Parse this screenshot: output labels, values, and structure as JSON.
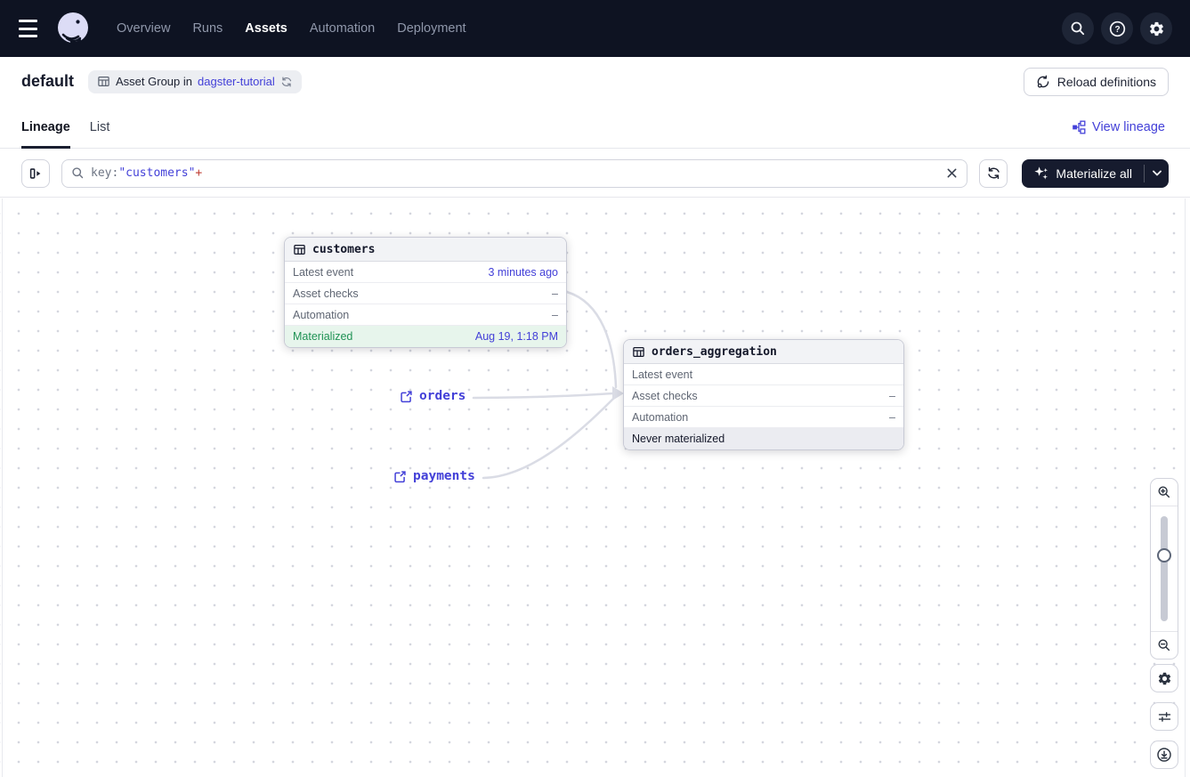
{
  "nav": {
    "items": [
      {
        "label": "Overview"
      },
      {
        "label": "Runs"
      },
      {
        "label": "Assets"
      },
      {
        "label": "Automation"
      },
      {
        "label": "Deployment"
      }
    ],
    "active": "Assets"
  },
  "header": {
    "title": "default",
    "badge_text": "Asset Group in",
    "badge_link": "dagster-tutorial",
    "reload_label": "Reload definitions"
  },
  "tabs": {
    "lineage": "Lineage",
    "list": "List",
    "view_lineage": "View lineage"
  },
  "toolbar": {
    "query_field": "key:",
    "query_value": "\"customers\"",
    "query_op": "+",
    "materialize_label": "Materialize all"
  },
  "graph": {
    "nodes": [
      {
        "title": "customers",
        "rows": [
          {
            "label": "Latest event",
            "value": "3 minutes ago"
          },
          {
            "label": "Asset checks",
            "value": "–"
          },
          {
            "label": "Automation",
            "value": "–"
          },
          {
            "label": "Materialized",
            "value": "Aug 19, 1:18 PM"
          }
        ]
      },
      {
        "title": "orders_aggregation",
        "rows": [
          {
            "label": "Latest event",
            "value": ""
          },
          {
            "label": "Asset checks",
            "value": "–"
          },
          {
            "label": "Automation",
            "value": "–"
          },
          {
            "label": "Never materialized",
            "value": ""
          }
        ]
      }
    ],
    "external_assets": [
      {
        "label": "orders"
      },
      {
        "label": "payments"
      }
    ]
  },
  "colors": {
    "nav_bg": "#0e1322",
    "accent_indigo": "#4340d8",
    "green_text": "#1f9254",
    "green_bg": "#e7f5ec",
    "query_plus_red": "#bf3b31",
    "dark_button_bg": "#161b2e"
  }
}
